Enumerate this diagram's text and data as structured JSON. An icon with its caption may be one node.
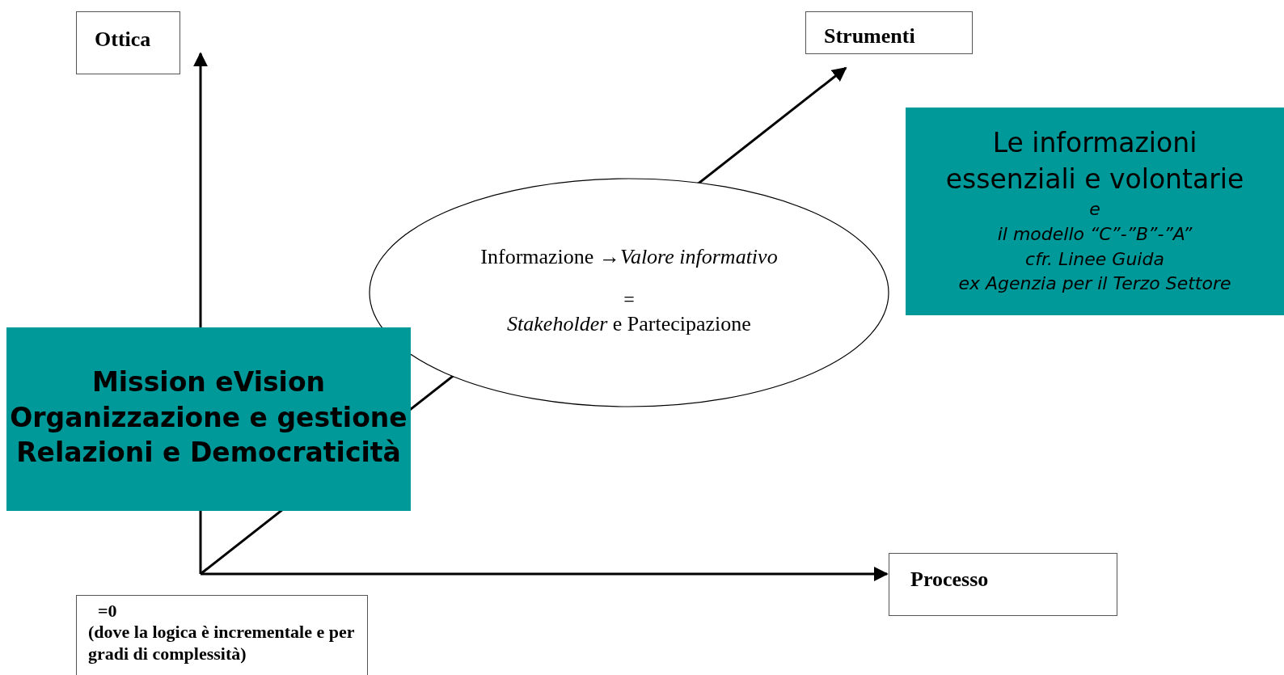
{
  "diagram": {
    "nodes": [
      {
        "text": [
          "Ottica"
        ]
      },
      {
        "text": [
          "Strumenti"
        ]
      },
      {
        "text": [
          "Le informazioni essenziali e volontarie",
          "e",
          "il modello “C”-”B”-”A”",
          "cfr. Linee Guida",
          "ex Agenzia per il Terzo Settore"
        ]
      },
      {
        "text": [
          "Informazione →*Valore informativo*",
          "=",
          "*Stakeholder* e Partecipazione"
        ]
      },
      {
        "text": [
          "Mission eVision Organizzazione e gestione Relazioni e Democraticità"
        ]
      },
      {
        "text": [
          "Processo"
        ]
      },
      {
        "text": [
          "=0",
          "(dove la logica è incrementale e per gradi di complessità)"
        ]
      }
    ],
    "edges": [
      {
        "from": null,
        "to": 0,
        "arrow": "to"
      },
      {
        "from": null,
        "to": 1,
        "arrow": "to"
      },
      {
        "from": null,
        "to": 5,
        "arrow": "to"
      }
    ]
  }
}
